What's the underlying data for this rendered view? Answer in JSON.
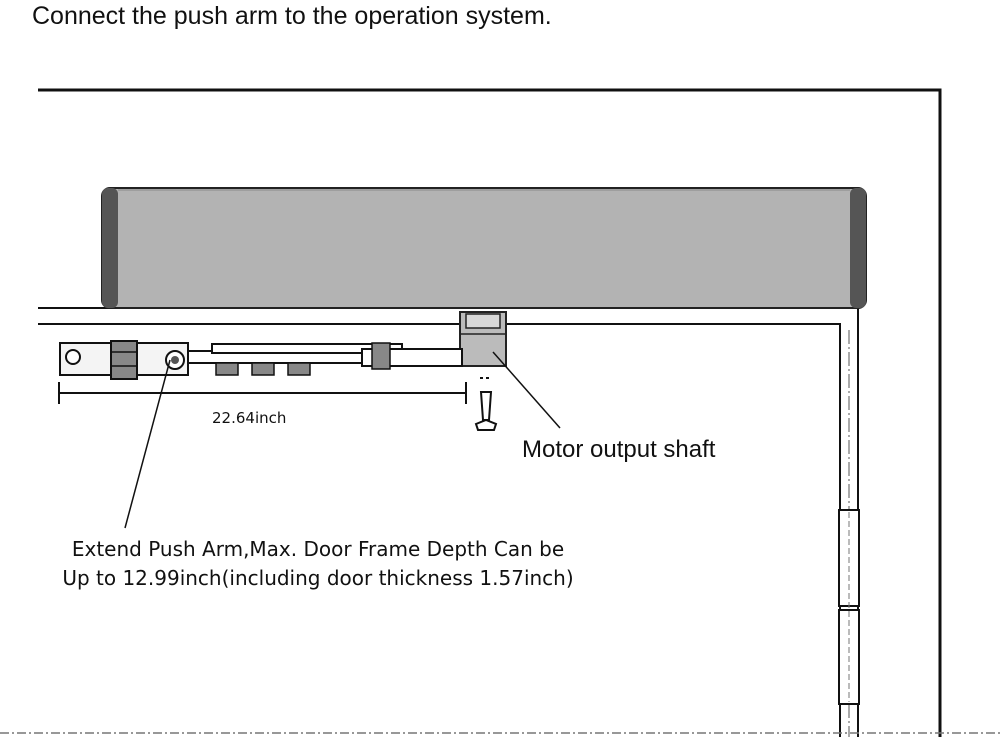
{
  "heading": "Connect the push arm to the operation system.",
  "labels": {
    "dimension": "22.64inch",
    "motor_output_shaft": "Motor output shaft",
    "push_arm_line1": "Extend Push Arm,Max. Door Frame Depth Can be",
    "push_arm_line2": "Up to 12.99inch(including door thickness 1.57inch)"
  },
  "colors": {
    "operator_body": "#b3b3b3",
    "operator_end_caps": "#555555",
    "line": "#111111",
    "arm_fill": "#ffffff"
  }
}
